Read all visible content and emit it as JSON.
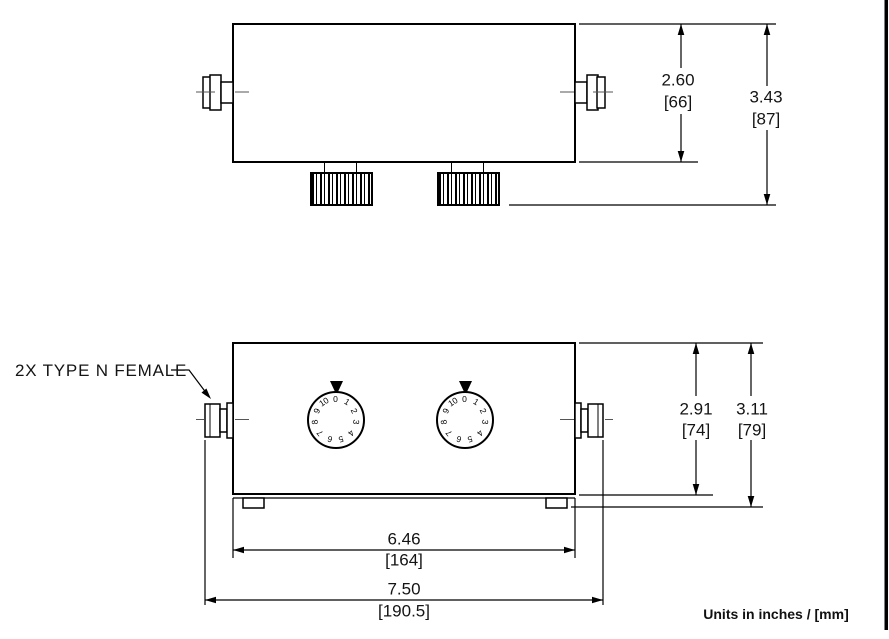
{
  "colors": {
    "line": "#000000",
    "background": "#ffffff",
    "text": "#141414"
  },
  "units_note": "Units in inches / [mm]",
  "top_view": {
    "dim_body_height": {
      "inches": "2.60",
      "mm": "[66]"
    },
    "dim_overall_height": {
      "inches": "3.43",
      "mm": "[87]"
    }
  },
  "front_view": {
    "connector_label": "2X TYPE N FEMALE",
    "dial_numbers": [
      "0",
      "1",
      "2",
      "3",
      "4",
      "5",
      "6",
      "7",
      "8",
      "9",
      "10"
    ],
    "dim_body_height": {
      "inches": "2.91",
      "mm": "[74]"
    },
    "dim_overall_height": {
      "inches": "3.11",
      "mm": "[79]"
    },
    "dim_body_width": {
      "inches": "6.46",
      "mm": "[164]"
    },
    "dim_overall_width": {
      "inches": "7.50",
      "mm": "[190.5]"
    }
  }
}
